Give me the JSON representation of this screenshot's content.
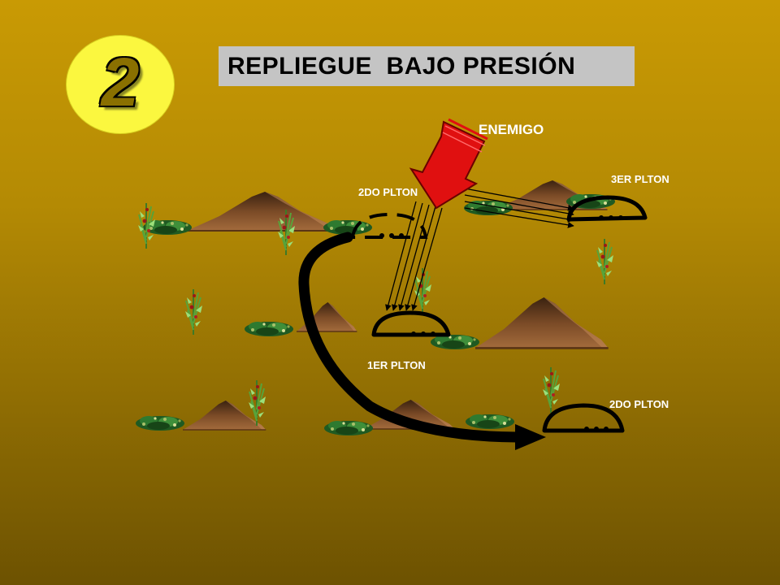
{
  "title": "REPLIEGUE  BAJO PRESIÓN",
  "step_number": "2",
  "enemy_label": "ENEMIGO",
  "units": {
    "third_platoon": "3ER PLTON",
    "second_platoon_start": "2DO PLTON",
    "first_platoon": "1ER PLTON",
    "second_platoon_end": "2DO PLTON"
  },
  "colors": {
    "background_top": "#c99a04",
    "background_bottom": "#6d5201",
    "title_box": "#c4c4c4",
    "number_circle": "#fbf73f",
    "enemy_arrow": "#e01010",
    "movement_arrow": "#000000"
  }
}
